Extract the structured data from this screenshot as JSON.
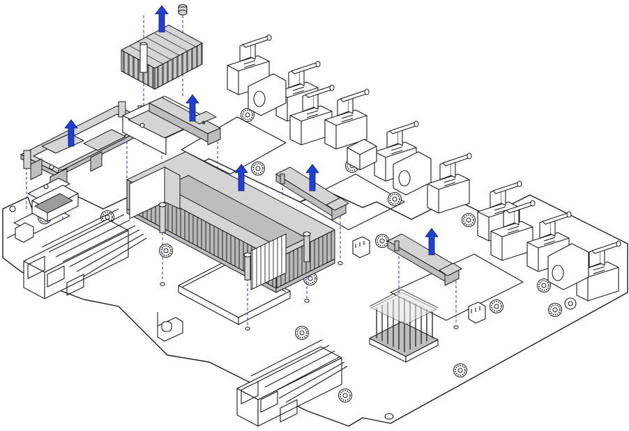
{
  "colors": {
    "lift_arrow": "#1f3fd6",
    "guide_line": "#3b42c4",
    "heatsink_grey": "#bdbdbd",
    "bracket_grey": "#d4d4d4",
    "outline": "#1a1a1a"
  },
  "lift_arrows": [
    {
      "name": "lift-arrow-pin-heatsink",
      "direction": "up"
    },
    {
      "name": "lift-arrow-retainer",
      "direction": "up"
    },
    {
      "name": "lift-arrow-left-bracket",
      "direction": "up"
    },
    {
      "name": "lift-arrow-main-heatsink",
      "direction": "up"
    },
    {
      "name": "lift-arrow-center-clip",
      "direction": "up"
    },
    {
      "name": "lift-arrow-right-clip",
      "direction": "up"
    }
  ],
  "components": {
    "small_heatsink": "pin-fin-heatsink-icon",
    "main_heatsink": "finned-heatsink-icon",
    "corner_heatsink": "pin-grid-heatsink-icon",
    "brackets": "retention-bracket-icon",
    "connectors": "cable-connector-icon",
    "cages": "sfp-cage-icon",
    "standoffs": "standoff-icon",
    "screw": "captive-screw-icon"
  }
}
